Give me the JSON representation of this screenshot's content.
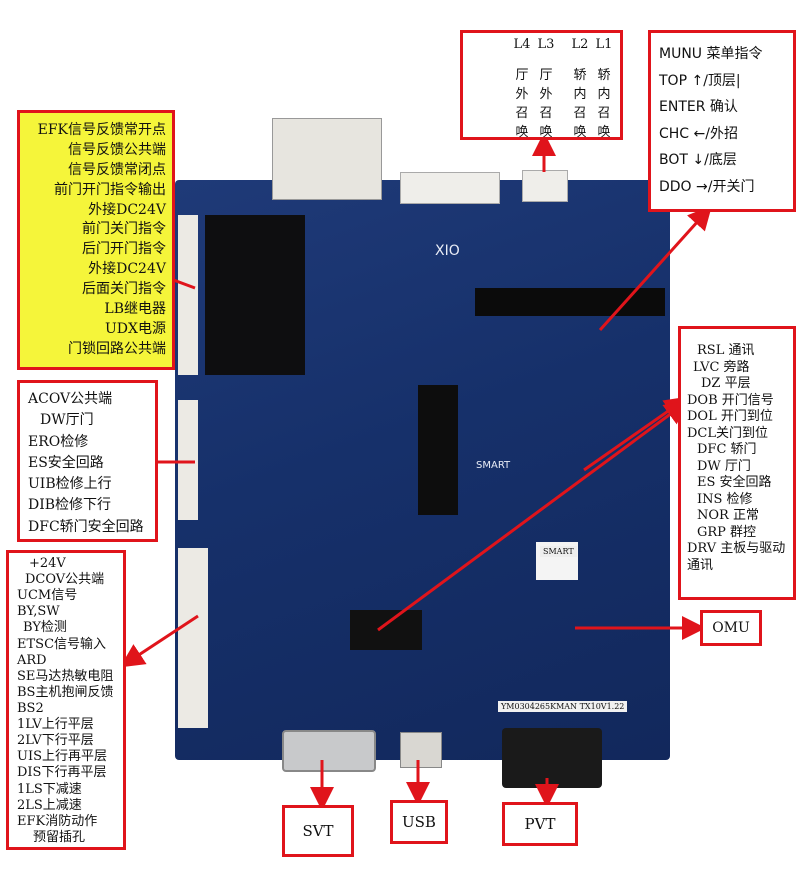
{
  "left_top_box": [
    "EFK信号反馈常开点",
    "信号反馈公共端",
    "信号反馈常闭点",
    "前门开门指令输出",
    "外接DC24V",
    "前门关门指令",
    "后门开门指令",
    "外接DC24V",
    "后面关门指令",
    "LB继电器",
    "UDX电源",
    "门锁回路公共端"
  ],
  "left_mid_box": [
    "ACOV公共端",
    "DW厅门",
    "ERO检修",
    "ES安全回路",
    "UIB检修上行",
    "DIB检修下行",
    "DFC轿门安全回路"
  ],
  "left_bottom_box": [
    "+24V",
    "DCOV公共端",
    "UCM信号",
    "BY,SW",
    "BY检测",
    "ETSC信号输入",
    "ARD",
    "SE马达热敏电阻",
    "BS主机抱闸反馈",
    "BS2",
    "1LV上行平层",
    "2LV下行平层",
    "UIS上行再平层",
    "DIS下行再平层",
    "1LS下减速",
    "2LS上减速",
    "EFK消防动作",
    "预留插孔"
  ],
  "top_center_box": {
    "headers": [
      "L4",
      "L3",
      "L2",
      "L1"
    ],
    "columns": [
      [
        "厅",
        "外",
        "召",
        "唤"
      ],
      [
        "厅",
        "外",
        "召",
        "唤"
      ],
      [
        "轿",
        "内",
        "召",
        "唤"
      ],
      [
        "轿",
        "内",
        "召",
        "唤"
      ]
    ]
  },
  "top_right_box": [
    "MUNU  菜单指令",
    "TOP  ↑/顶层|",
    "ENTER  确认",
    "CHC  ←/外招",
    "BOT  ↓/底层",
    "DDO  →/开关门"
  ],
  "right_box": [
    "RSL 通讯",
    "LVC 旁路",
    "DZ 平层",
    "DOB 开门信号",
    "DOL 开门到位",
    "DCL关门到位",
    "DFC 轿门",
    "DW 厅门",
    "ES 安全回路",
    "INS 检修",
    "NOR 正常",
    "GRP 群控",
    "DRV 主板与驱动",
    "通讯"
  ],
  "tags": {
    "svt": "SVT",
    "usb": "USB",
    "pvt": "PVT",
    "omu": "OMU"
  },
  "board_silk": {
    "xio": "XIO",
    "smart": "SMART",
    "sticker": "SMART",
    "barcode_text": "YM0304265KMAN TX10V1.22"
  },
  "colors": {
    "board": "#16306a",
    "frame": "#e0141b",
    "highlight": "#f5f53a"
  }
}
